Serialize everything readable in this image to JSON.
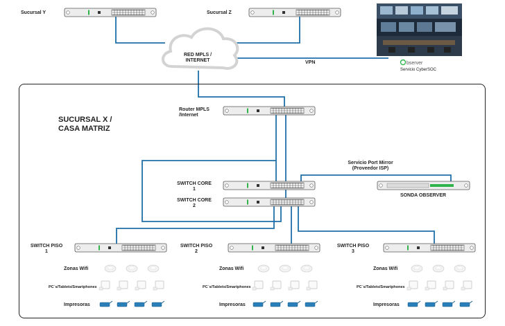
{
  "sites": {
    "branch_y": "Sucursal Y",
    "branch_z": "Sucursal Z"
  },
  "cloud_label": "RED MPLS /\nINTERNET",
  "vpn_label": "VPN",
  "observer": {
    "logo_text": "bserver",
    "caption": "Servicio CyberSOC"
  },
  "hq": {
    "title": "SUCURSAL X /\nCASA MATRIZ",
    "router_label": "Router MPLS\n/Internet",
    "port_mirror_label": "Servicio Port Mirror\n(Proveedor ISP)",
    "core1_label": "SWITCH CORE\n1",
    "core2_label": "SWITCH CORE\n2",
    "probe_label": "SONDA OBSERVER"
  },
  "floors": [
    {
      "label": "SWITCH PISO\n1"
    },
    {
      "label": "SWITCH PISO\n2"
    },
    {
      "label": "SWITCH PISO\n3"
    }
  ],
  "device_rows": {
    "wifi": "Zonas Wifi",
    "pcs": "PC´s/Tablets/Smartphones",
    "printers": "Impresoras"
  },
  "colors": {
    "link": "#1f6fa8",
    "device_body": "#ededed",
    "printer": "#2a7fb8",
    "cloud": "#d9d9d9",
    "led": "#2fb34a"
  }
}
